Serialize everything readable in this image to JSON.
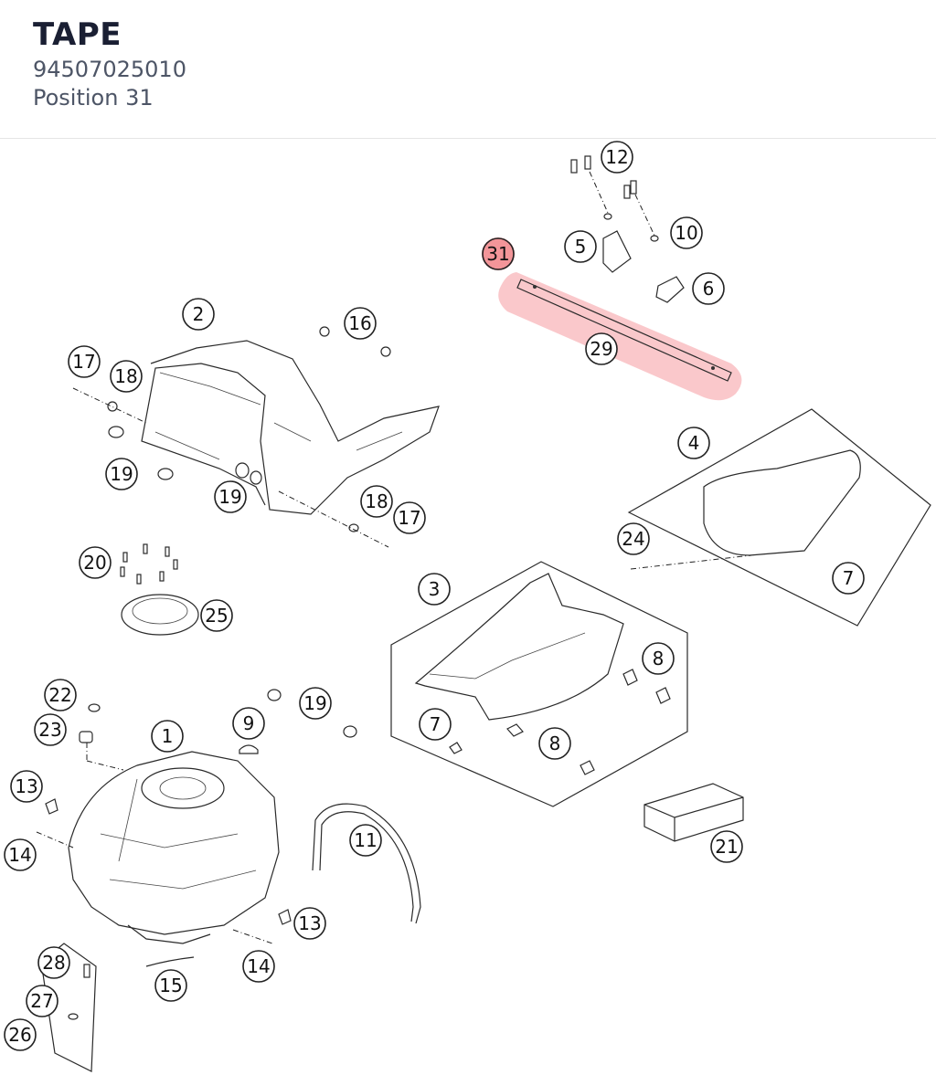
{
  "header": {
    "title": "TAPE",
    "part_number": "94507025010",
    "position": "Position 31"
  },
  "diagram": {
    "highlight_color": "#f07a80",
    "labels": [
      "12",
      "5",
      "10",
      "6",
      "31",
      "29",
      "2",
      "16",
      "17",
      "18",
      "19",
      "4",
      "24",
      "7",
      "20",
      "25",
      "3",
      "8",
      "22",
      "23",
      "1",
      "9",
      "13",
      "11",
      "14",
      "21",
      "28",
      "27",
      "15",
      "26"
    ]
  }
}
